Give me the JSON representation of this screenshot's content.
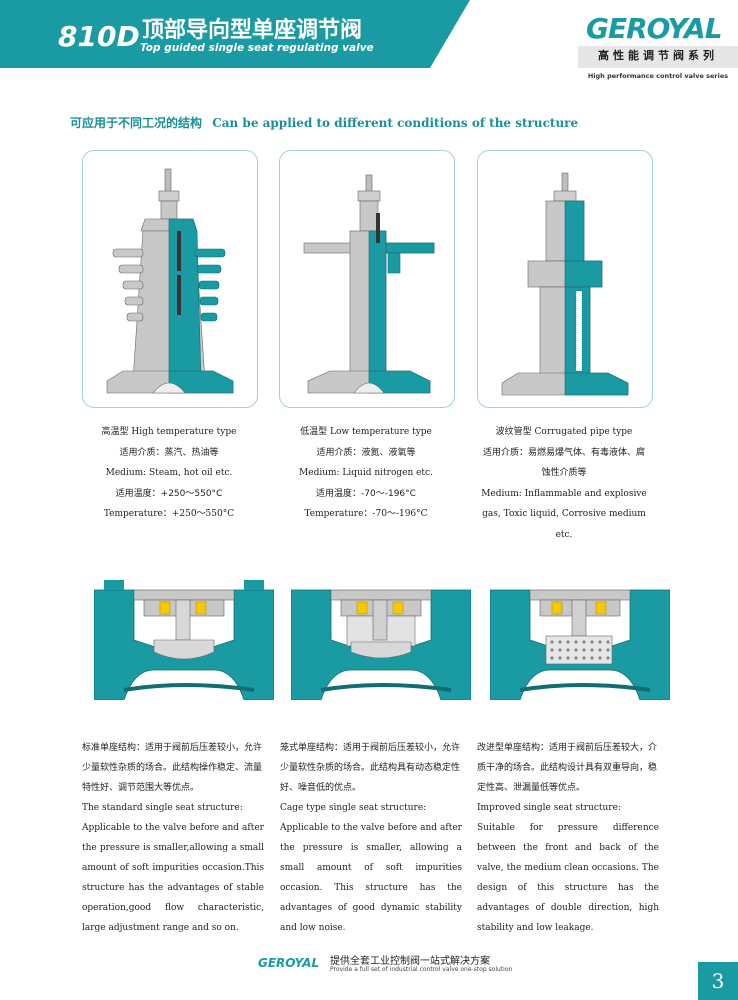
{
  "header": {
    "model": "810D",
    "title_cn": "顶部导向型单座调节阀",
    "title_en": "Top guided single seat regulating valve",
    "brand": "GEROYAL",
    "brand_tagline_cn": "高性能调节阀系列",
    "brand_tagline_en": "High performance control valve series"
  },
  "section": {
    "title_cn": "可应用于不同工况的结构",
    "title_en": "Can be applied to different conditions of the structure"
  },
  "colors": {
    "accent": "#1a9aa3",
    "metal": "#c8c8c8",
    "yellow": "#f5c800"
  },
  "types": [
    {
      "title": "高温型 High temperature type",
      "medium_cn": "适用介质：蒸汽、热油等",
      "medium_en": "Medium: Steam, hot oil etc.",
      "temp_cn": "适用温度：+250～550°C",
      "temp_en": "Temperature：+250～550°C"
    },
    {
      "title": "低温型 Low temperature type",
      "medium_cn": "适用介质：液氮、液氧等",
      "medium_en": "Medium: Liquid nitrogen etc.",
      "temp_cn": "适用温度：-70～-196°C",
      "temp_en": "Temperature：-70～-196°C"
    },
    {
      "title": "波纹管型 Corrugated pipe type",
      "medium_cn": "适用介质：易燃易爆气体、有毒液体、腐蚀性介质等",
      "medium_en": "Medium: Inflammable and explosive gas, Toxic liquid, Corrosive medium etc.",
      "temp_cn": "",
      "temp_en": ""
    }
  ],
  "structures": [
    {
      "cn": "标准单座结构：适用于阀前后压差较小，允许少量软性杂质的场合。此结构操作稳定、流量特性好、调节范围大等优点。",
      "en_title": "The standard single seat structure:",
      "en": "Applicable to the valve before and after the pressure is smaller,allowing a small amount of soft impurities occasion.This structure has the advantages of stable operation,good flow characteristic, large adjustment range and so on."
    },
    {
      "cn": "笼式单座结构：适用于阀前后压差较小，允许少量软性杂质的场合。此结构具有动态稳定性好、噪音低的优点。",
      "en_title": "Cage type single seat structure:",
      "en": "Applicable to the valve before and after the pressure is smaller, allowing a small amount of soft impurities occasion. This structure has the advantages of good dynamic stability and low noise."
    },
    {
      "cn": "改进型单座结构：适用于阀前后压差较大，介质干净的场合。此结构设计具有双重导向，稳定性高、泄漏量低等优点。",
      "en_title": "Improved single seat structure:",
      "en": "Suitable for pressure difference between the front and back of the valve, the medium clean occasions. The design of this structure has the advantages of double direction, high stability and low leakage."
    }
  ],
  "footer": {
    "brand": "GEROYAL",
    "slogan_cn": "提供全套工业控制阀一站式解决方案",
    "slogan_en": "Provide a full set of industrial control valve one-stop solution",
    "page": "3"
  }
}
